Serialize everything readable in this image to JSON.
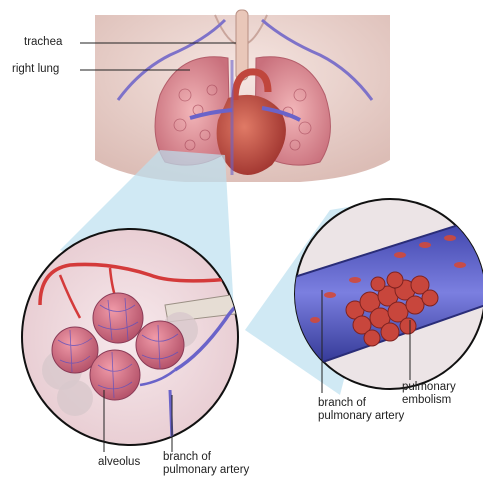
{
  "labels": {
    "trachea": "trachea",
    "right_lung": "right lung",
    "alveolus": "alveolus",
    "branch_left_line1": "branch of",
    "branch_left_line2": "pulmonary artery",
    "branch_right_line1": "branch of",
    "branch_right_line2": "pulmonary artery",
    "embolism_line1": "pulmonary",
    "embolism_line2": "embolism"
  },
  "colors": {
    "skin": "#e8d2cc",
    "lung": "#d98a92",
    "heart": "#c0463c",
    "vessel_blue": "#6a63c9",
    "zoom_beam": "#bcdff0",
    "clot": "#c8463c"
  },
  "icons": {
    "body": "torso-illustration",
    "alveoli": "alveoli-cluster",
    "artery": "blood-clot-artery"
  }
}
